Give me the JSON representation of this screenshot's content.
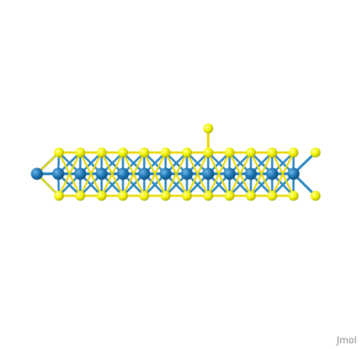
{
  "viewer": {
    "watermark": "Jmol",
    "background": "#ffffff"
  },
  "structure": {
    "atoms": {
      "metal": {
        "element": "metal",
        "color": "#1f77b4"
      },
      "chalcogen": {
        "element": "sulfur",
        "color": "#e6e600"
      }
    },
    "bond_colors": {
      "metal": "#2a86c2",
      "chalcogen": "#e8d800"
    }
  }
}
